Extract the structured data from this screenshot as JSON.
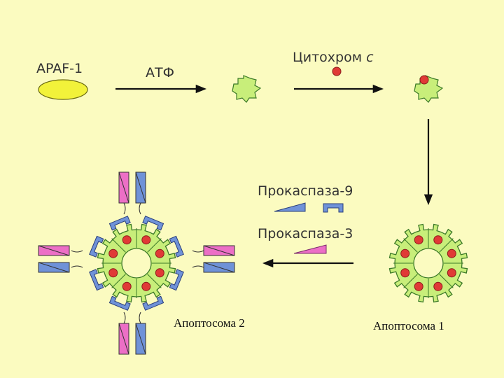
{
  "labels": {
    "apaf": "APAF-1",
    "atp": "АТФ",
    "cytochrome": "Цитохром",
    "cytochrome_c": "c",
    "procaspase9": "Прокаспаза-9",
    "procaspase3": "Прокаспаза-3",
    "apoptosome1": "Апоптосома 1",
    "apoptosome2": "Апоптосома 2"
  },
  "colors": {
    "background": "#fbfbc0",
    "apaf_fill": "#f2f23a",
    "protein_fill": "#c8ee7a",
    "protein_stroke": "#3c7a28",
    "cytochrome_fill": "#e03a36",
    "caspase_blue": "#6f92d8",
    "caspase_pink": "#ec6fc6",
    "arrow": "#111111"
  },
  "icons": {
    "apaf": "yellow-ellipse",
    "apaf_monomer": "green-cog-shape",
    "cytochrome": "red-dot",
    "procaspase9": "blue-wedge-with-cup",
    "procaspase3": "pink-wedge",
    "apoptosome": "green-wheel-ring"
  }
}
